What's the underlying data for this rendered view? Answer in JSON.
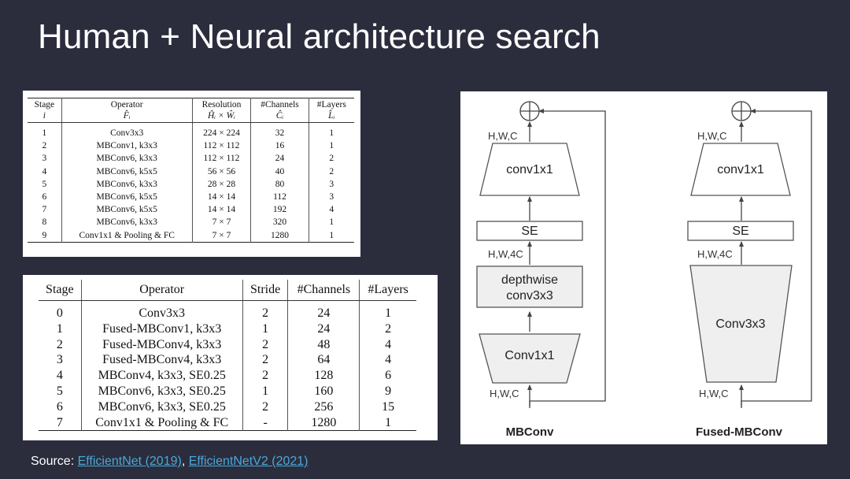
{
  "title": "Human + Neural architecture search",
  "table1": {
    "headers": [
      {
        "line1": "Stage",
        "line2": "i"
      },
      {
        "line1": "Operator",
        "line2": "F̂ᵢ"
      },
      {
        "line1": "Resolution",
        "line2": "Ĥᵢ × Ŵᵢ"
      },
      {
        "line1": "#Channels",
        "line2": "Ĉᵢ"
      },
      {
        "line1": "#Layers",
        "line2": "L̂ᵢ"
      }
    ],
    "rows": [
      [
        "1",
        "Conv3x3",
        "224 × 224",
        "32",
        "1"
      ],
      [
        "2",
        "MBConv1, k3x3",
        "112 × 112",
        "16",
        "1"
      ],
      [
        "3",
        "MBConv6, k3x3",
        "112 × 112",
        "24",
        "2"
      ],
      [
        "4",
        "MBConv6, k5x5",
        "56 × 56",
        "40",
        "2"
      ],
      [
        "5",
        "MBConv6, k3x3",
        "28 × 28",
        "80",
        "3"
      ],
      [
        "6",
        "MBConv6, k5x5",
        "14 × 14",
        "112",
        "3"
      ],
      [
        "7",
        "MBConv6, k5x5",
        "14 × 14",
        "192",
        "4"
      ],
      [
        "8",
        "MBConv6, k3x3",
        "7 × 7",
        "320",
        "1"
      ],
      [
        "9",
        "Conv1x1 & Pooling & FC",
        "7 × 7",
        "1280",
        "1"
      ]
    ]
  },
  "table2": {
    "headers": [
      "Stage",
      "Operator",
      "Stride",
      "#Channels",
      "#Layers"
    ],
    "rows": [
      [
        "0",
        "Conv3x3",
        "2",
        "24",
        "1"
      ],
      [
        "1",
        "Fused-MBConv1, k3x3",
        "1",
        "24",
        "2"
      ],
      [
        "2",
        "Fused-MBConv4, k3x3",
        "2",
        "48",
        "4"
      ],
      [
        "3",
        "Fused-MBConv4, k3x3",
        "2",
        "64",
        "4"
      ],
      [
        "4",
        "MBConv4, k3x3, SE0.25",
        "2",
        "128",
        "6"
      ],
      [
        "5",
        "MBConv6, k3x3, SE0.25",
        "1",
        "160",
        "9"
      ],
      [
        "6",
        "MBConv6, k3x3, SE0.25",
        "2",
        "256",
        "15"
      ],
      [
        "7",
        "Conv1x1 & Pooling & FC",
        "-",
        "1280",
        "1"
      ]
    ]
  },
  "diagram": {
    "left": {
      "caption": "MBConv",
      "dim_top": "H,W,C",
      "dim_mid": "H,W,4C",
      "dim_bottom": "H,W,C",
      "block_conv1x1_top": "conv1x1",
      "block_se": "SE",
      "block_depthwise_line1": "depthwise",
      "block_depthwise_line2": "conv3x3",
      "block_conv1x1_bottom": "Conv1x1"
    },
    "right": {
      "caption": "Fused-MBConv",
      "dim_top": "H,W,C",
      "dim_mid": "H,W,4C",
      "dim_bottom": "H,W,C",
      "block_conv1x1_top": "conv1x1",
      "block_se": "SE",
      "block_conv3x3": "Conv3x3"
    }
  },
  "source": {
    "label": "Source:",
    "link1": "EfficientNet (2019)",
    "separator": ",",
    "link2": "EfficientNetV2 (2021)"
  },
  "colors": {
    "background": "#2b2d3d",
    "link": "#4aa8d8",
    "block_fill": "#efefef",
    "block_stroke": "#555555"
  }
}
